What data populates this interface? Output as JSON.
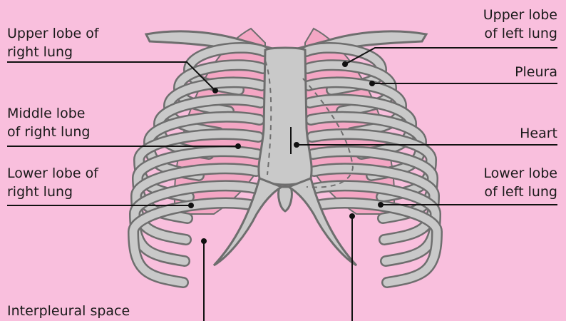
{
  "colors": {
    "background": "#f9bfdd",
    "bone_fill": "#c9c9c9",
    "bone_stroke": "#6e6e6e",
    "lung": "#f4a6c4",
    "leader": "#111111"
  },
  "labels": {
    "upper_right": [
      "Upper lobe of",
      "right lung"
    ],
    "middle_right": [
      "Middle lobe",
      "of right lung"
    ],
    "lower_right": [
      "Lower lobe of",
      "right lung"
    ],
    "interpleural": "Interpleural space",
    "upper_left": [
      "Upper lobe",
      "of left lung"
    ],
    "pleura": "Pleura",
    "heart": "Heart",
    "lower_left": [
      "Lower lobe",
      "of left lung"
    ]
  }
}
